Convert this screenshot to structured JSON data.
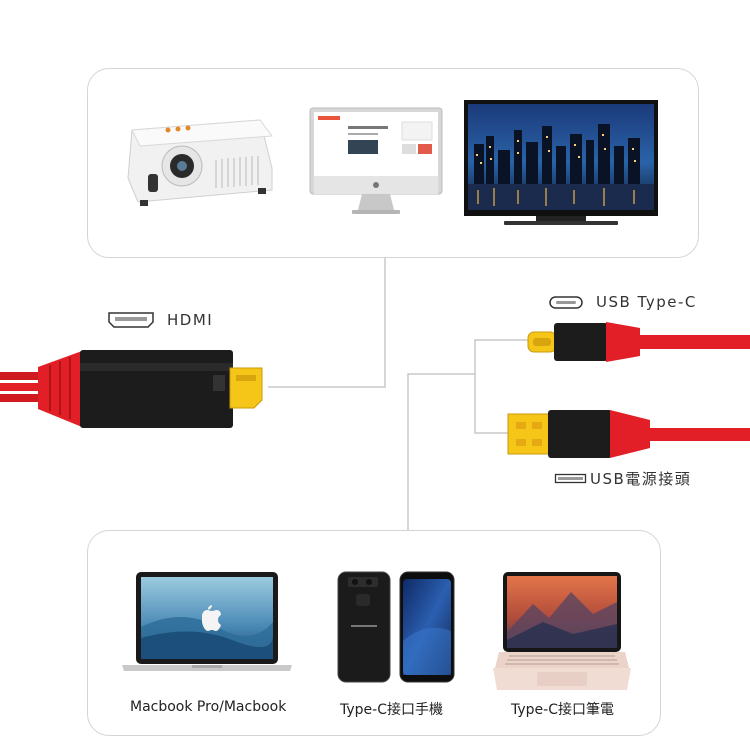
{
  "port_labels": {
    "hdmi": "HDMI",
    "usb_type_c": "USB Type-C",
    "usb_power": "USB電源接頭"
  },
  "device_labels": {
    "macbook": "Macbook Pro/Macbook",
    "phone": "Type-C接口手機",
    "laptop": "Type-C接口筆電"
  },
  "icons": {
    "projector": "projector-icon",
    "monitor": "imac-monitor-icon",
    "tv": "tv-icon",
    "macbook": "macbook-icon",
    "phone": "phone-icon",
    "laptop": "laptop-icon"
  },
  "colors": {
    "cable_red": "#e21f26",
    "connector_black": "#1c1c1c",
    "gold": "#f5c518",
    "line_gray": "#c8c8c8"
  }
}
